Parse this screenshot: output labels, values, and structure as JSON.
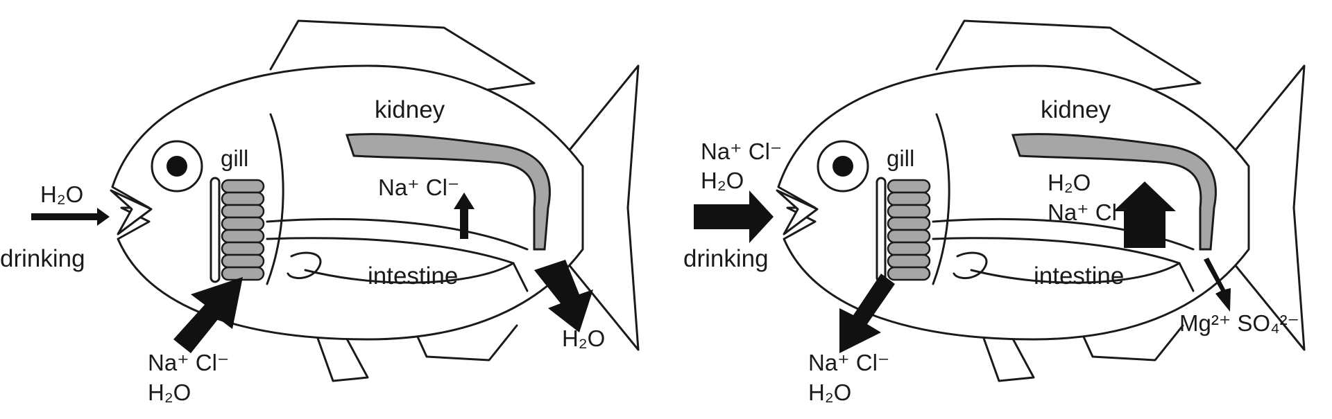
{
  "panels": [
    {
      "id": "freshwater",
      "labels": {
        "kidney": "kidney",
        "gill": "gill",
        "intestine": "intestine",
        "drinking": "drinking"
      },
      "arrows": {
        "drinking": "H₂O",
        "intestine_up": "Na⁺ Cl⁻",
        "gill_in_1": "Na⁺ Cl⁻",
        "gill_in_2": "H₂O",
        "kidney_out": "H₂O"
      }
    },
    {
      "id": "seawater",
      "labels": {
        "kidney": "kidney",
        "gill": "gill",
        "intestine": "intestine",
        "drinking": "drinking"
      },
      "arrows": {
        "drinking_1": "Na⁺ Cl⁻",
        "drinking_2": "H₂O",
        "intestine_up_1": "H₂O",
        "intestine_up_2": "Na⁺ Cl⁻",
        "gill_out_1": "Na⁺ Cl⁻",
        "gill_out_2": "H₂O",
        "kidney_out": "Mg²⁺ SO₄²⁻"
      }
    }
  ],
  "colors": {
    "outline": "#1a1a1a",
    "organ_fill": "#a6a6a6",
    "arrow_fill": "#111111",
    "background": "#ffffff"
  }
}
